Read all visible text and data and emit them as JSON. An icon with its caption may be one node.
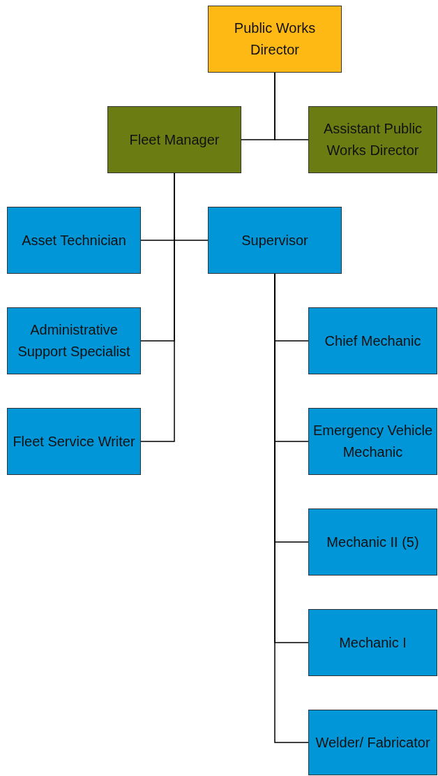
{
  "diagram": {
    "nodes": [
      {
        "text": [
          "Public Works Director"
        ]
      },
      {
        "text": [
          "Fleet Manager"
        ]
      },
      {
        "text": [
          "Assistant Public Works Director"
        ]
      },
      {
        "text": [
          "Asset Technician"
        ]
      },
      {
        "text": [
          "Supervisor"
        ]
      },
      {
        "text": [
          "Administrative Support Specialist"
        ]
      },
      {
        "text": [
          "Chief Mechanic"
        ]
      },
      {
        "text": [
          "Fleet Service Writer"
        ]
      },
      {
        "text": [
          "Emergency Vehicle Mechanic"
        ]
      },
      {
        "text": [
          "Mechanic II (5)"
        ]
      },
      {
        "text": [
          "Mechanic I"
        ]
      },
      {
        "text": [
          "Welder/ Fabricator"
        ]
      }
    ],
    "edges": [
      {
        "from": 0,
        "to": 1,
        "arrow": "none"
      },
      {
        "from": 0,
        "to": 2,
        "arrow": "none"
      },
      {
        "from": 1,
        "to": 3,
        "arrow": "none"
      },
      {
        "from": 1,
        "to": 4,
        "arrow": "none"
      },
      {
        "from": 1,
        "to": 5,
        "arrow": "none"
      },
      {
        "from": 1,
        "to": 7,
        "arrow": "none"
      },
      {
        "from": 4,
        "to": 6,
        "arrow": "none"
      },
      {
        "from": 4,
        "to": 8,
        "arrow": "none"
      },
      {
        "from": 4,
        "to": 9,
        "arrow": "none"
      },
      {
        "from": 4,
        "to": 10,
        "arrow": "none"
      },
      {
        "from": 4,
        "to": 11,
        "arrow": "none"
      }
    ]
  }
}
